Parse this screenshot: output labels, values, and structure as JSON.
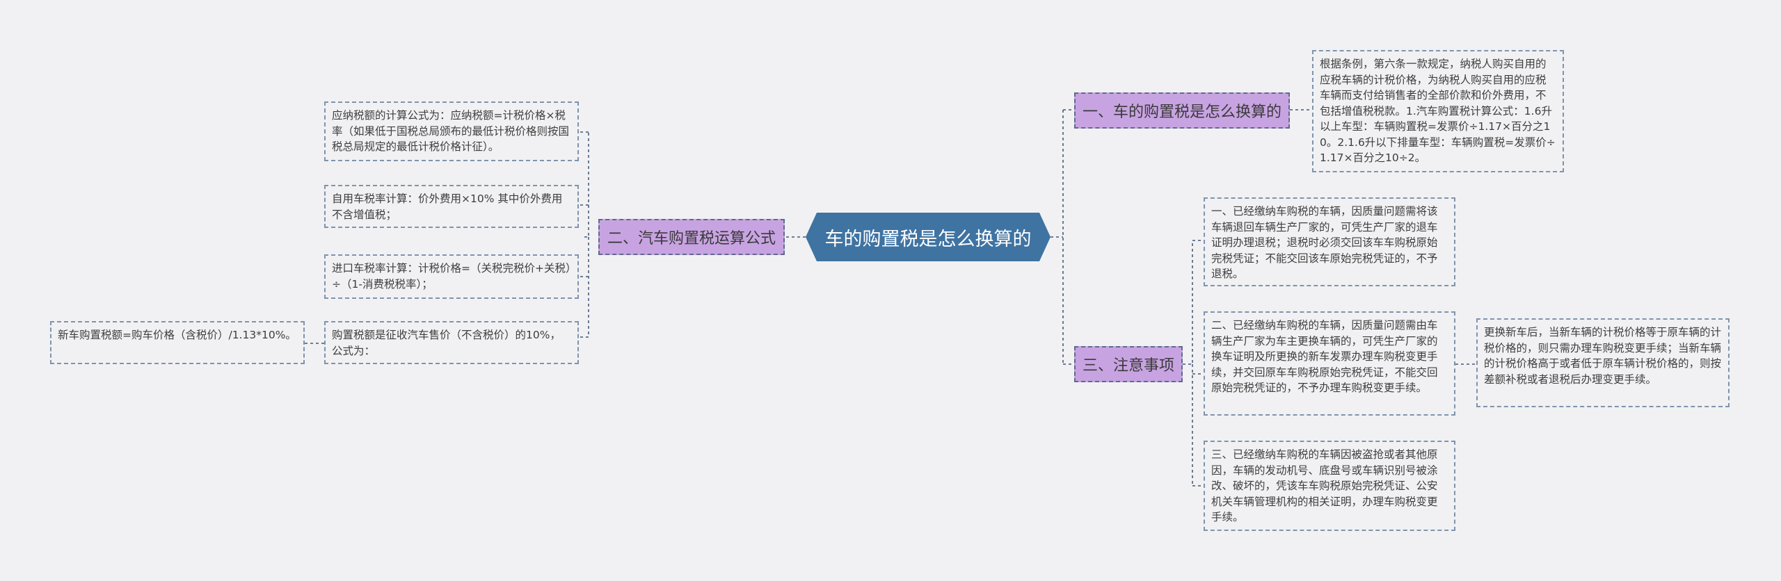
{
  "root": {
    "label": "车的购置税是怎么换算的"
  },
  "left_branch": {
    "label": "二、汽车购置税运算公式",
    "items": [
      "应纳税额的计算公式为：应纳税额=计税价格×税率（如果低于国税总局颁布的最低计税价格则按国税总局规定的最低计税价格计征）。",
      "自用车税率计算：价外费用×10% 其中价外费用不含增值税；",
      "进口车税率计算：计税价格=（关税完税价+关税）÷（1-消费税税率）；",
      "购置税额是征收汽车售价（不含税价）的10%，公式为："
    ],
    "sub_item": "新车购置税额=购车价格（含税价）/1.13*10%。"
  },
  "right_branch_1": {
    "label": "一、车的购置税是怎么换算的",
    "item": "根据条例，第六条一款规定，纳税人购买自用的应税车辆的计税价格，为纳税人购买自用的应税车辆而支付给销售者的全部价款和价外费用，不包括增值税税款。1.汽车购置税计算公式：1.6升以上车型：车辆购置税=发票价÷1.17×百分之10。2.1.6升以下排量车型：车辆购置税=发票价÷1.17×百分之10÷2。"
  },
  "right_branch_3": {
    "label": "三、注意事项",
    "items": [
      "一、已经缴纳车购税的车辆，因质量问题需将该车辆退回车辆生产厂家的，可凭生产厂家的退车证明办理退税；退税时必须交回该车车购税原始完税凭证；不能交回该车原始完税凭证的，不予退税。",
      "二、已经缴纳车购税的车辆，因质量问题需由车辆生产厂家为车主更换车辆的，可凭生产厂家的换车证明及所更换的新车发票办理车购税变更手续，并交回原车车购税原始完税凭证，不能交回原始完税凭证的，不予办理车购税变更手续。",
      "三、已经缴纳车购税的车辆因被盗抢或者其他原因，车辆的发动机号、底盘号或车辆识别号被涂改、破坏的，凭该车车购税原始完税凭证、公安机关车辆管理机构的相关证明，办理车购税变更手续。"
    ],
    "sub_item": "更换新车后，当新车辆的计税价格等于原车辆的计税价格的，则只需办理车购税变更手续；当新车辆的计税价格高于或者低于原车辆计税价格的，则按差额补税或者退税后办理变更手续。"
  },
  "colors": {
    "root_fill": "#3f73a2",
    "branch_fill": "#c8a3e2",
    "connector": "#5b6c88",
    "background": "#f1f1f3"
  }
}
